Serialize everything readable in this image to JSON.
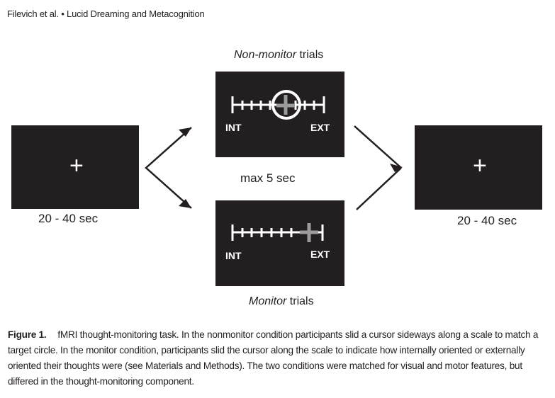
{
  "header": {
    "text": "Filevich et al. • Lucid Dreaming and Metacognition"
  },
  "figure": {
    "fixation_symbol": "+",
    "left_duration": "20 - 40 sec",
    "right_duration": "20 - 40 sec",
    "middle_duration": "max 5 sec",
    "top_trials": {
      "italic": "Non-monitor",
      "rest": " trials"
    },
    "bottom_trials": {
      "italic": "Monitor",
      "rest": " trials"
    },
    "scale": {
      "left_label": "INT",
      "right_label": "EXT"
    }
  },
  "caption": {
    "label": "Figure 1.",
    "text": "fMRI thought-monitoring task. In the nonmonitor condition participants slid a cursor sideways along a scale to match a target circle. In the monitor condition, participants slid the cursor along the scale to indicate how internally oriented or externally oriented their thoughts were (see Materials and Methods). The two conditions were matched for visual and motor features, but differed in the thought-monitoring component."
  },
  "colors": {
    "panel": "#231f20",
    "cursor": "#9b9b9b",
    "text": "#231f20"
  }
}
